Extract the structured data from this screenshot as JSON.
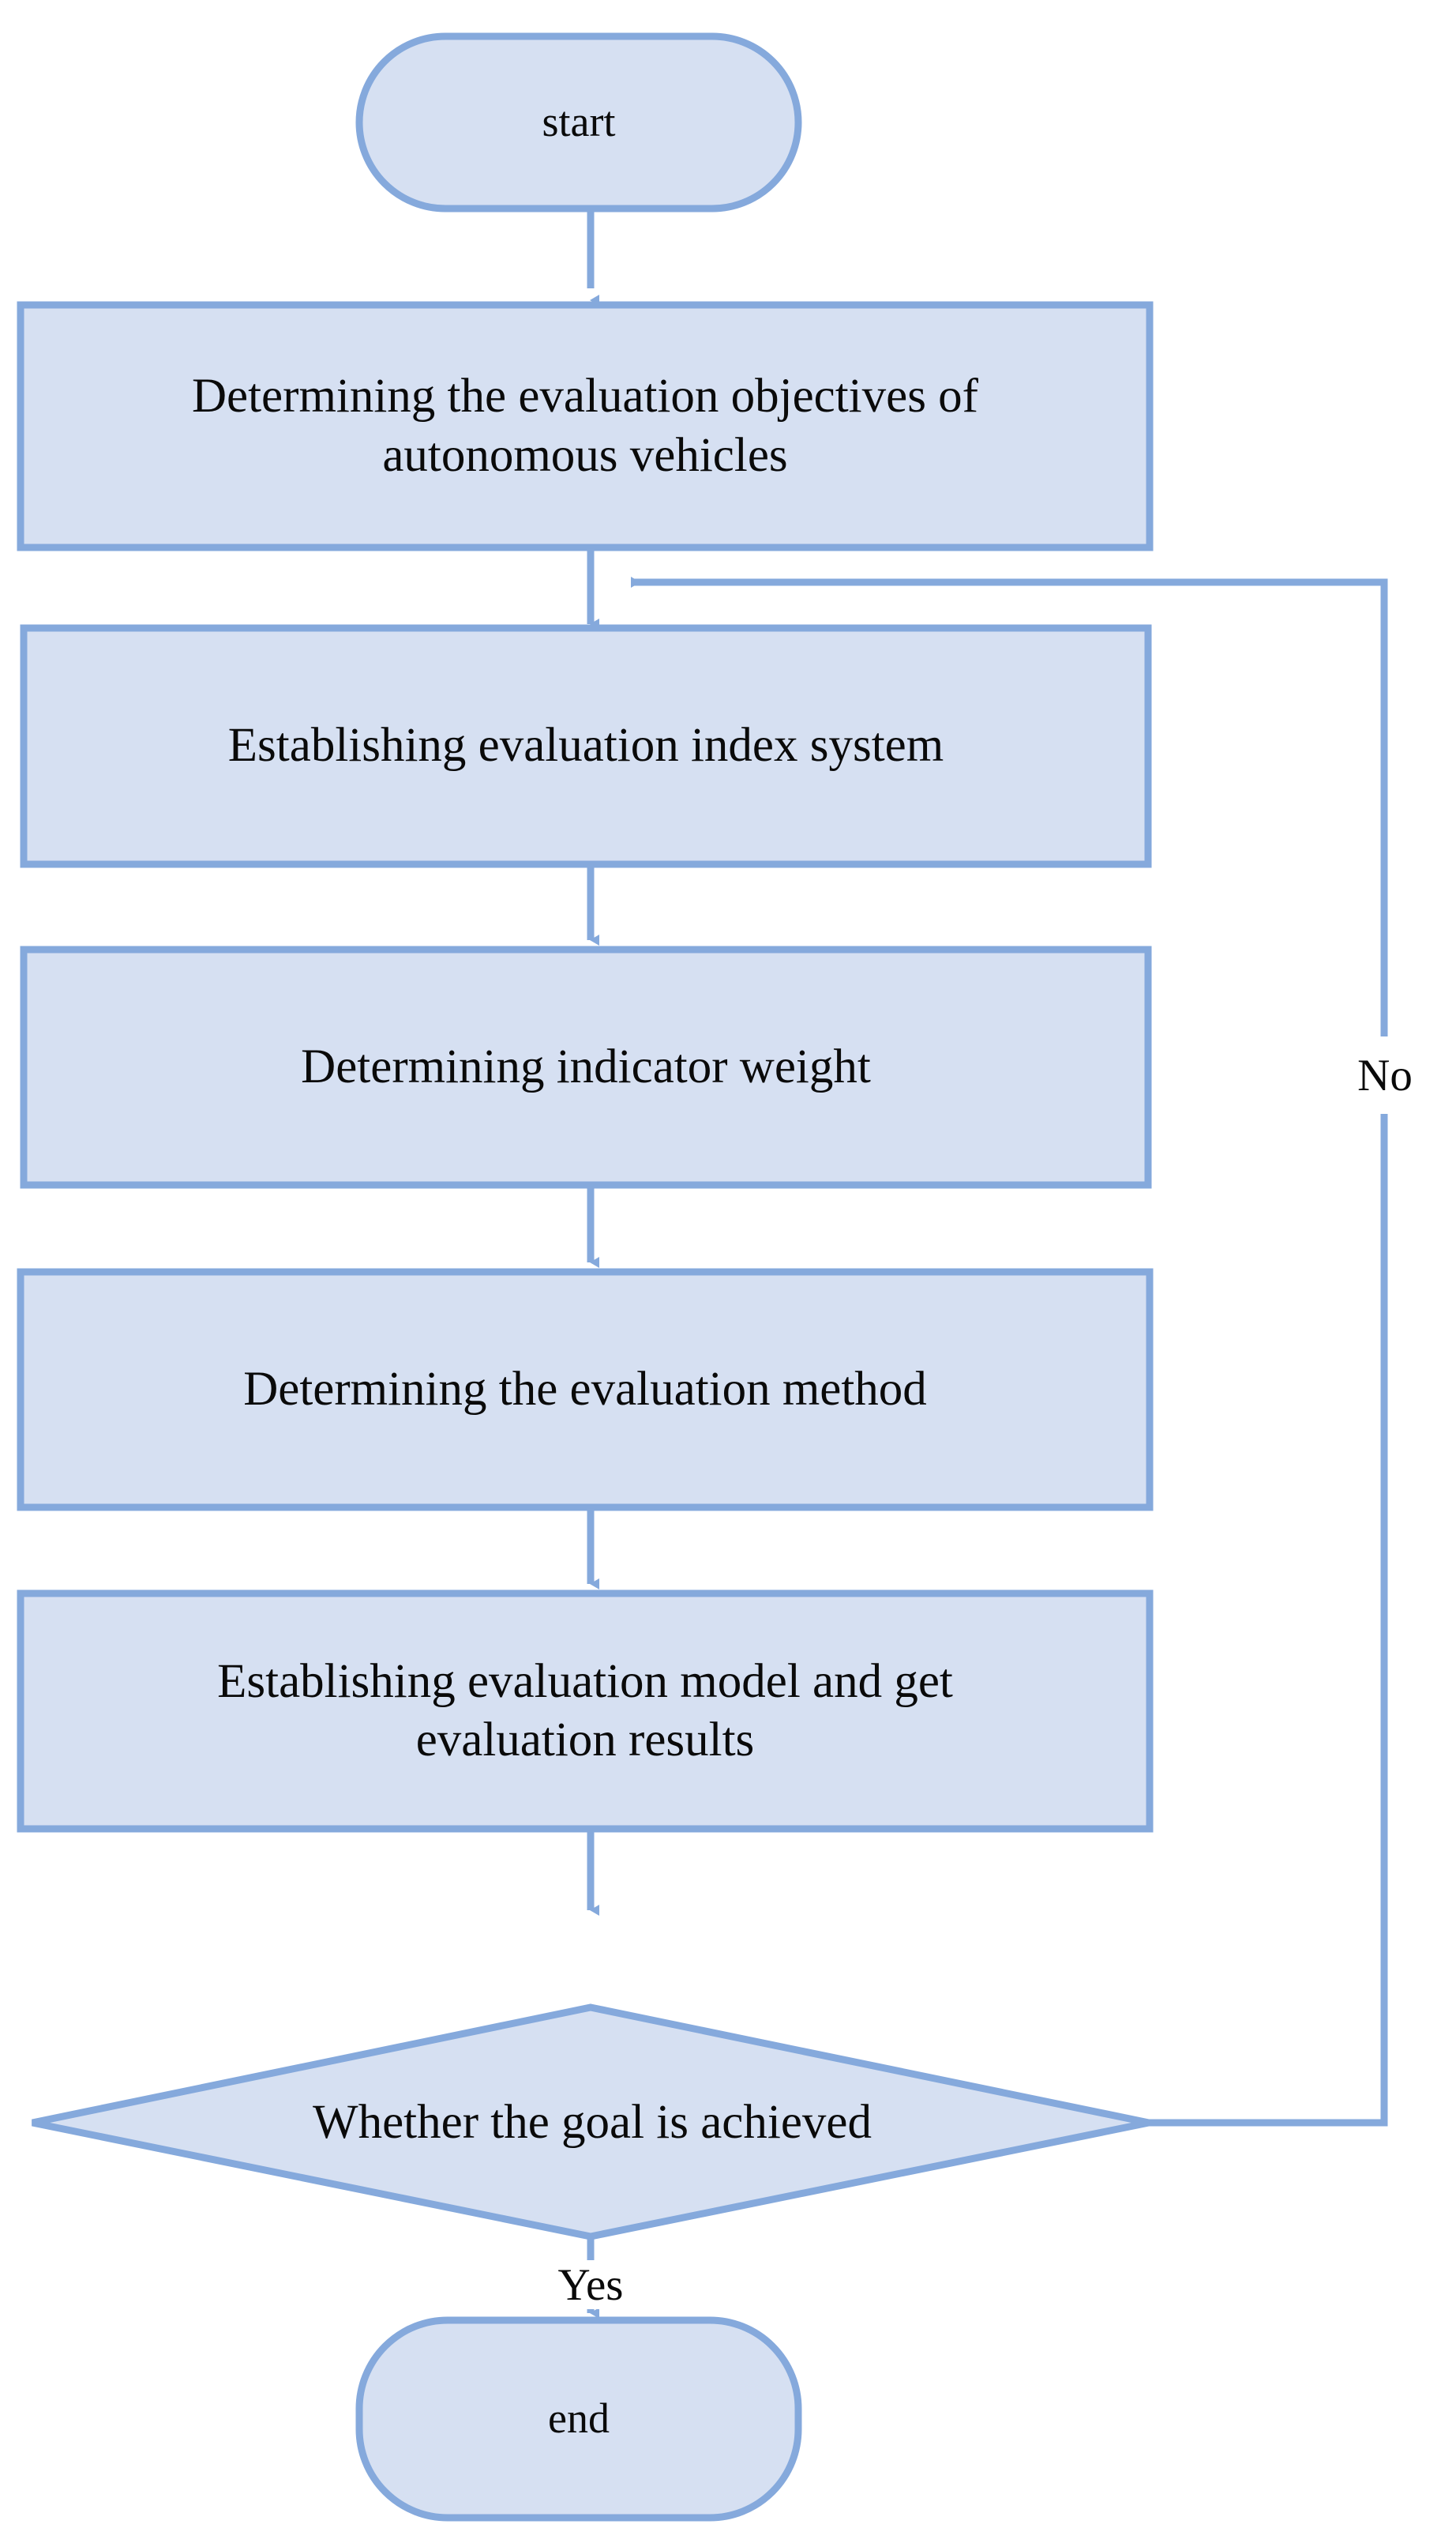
{
  "diagram": {
    "title": "Autonomous vehicle evaluation flowchart",
    "type": "flowchart",
    "orientation": "top-to-bottom",
    "colors": {
      "node_fill": "#D6E0F2",
      "node_stroke": "#85A9DC",
      "edge_stroke": "#85A9DC",
      "text": "#0A0A0A",
      "background": "#FFFFFF"
    },
    "nodes": [
      {
        "id": "start",
        "shape": "terminal",
        "label": "start"
      },
      {
        "id": "objectives",
        "shape": "process",
        "label": "Determining the evaluation objectives of\nautonomous vehicles"
      },
      {
        "id": "index",
        "shape": "process",
        "label": "Establishing evaluation index system"
      },
      {
        "id": "weight",
        "shape": "process",
        "label": "Determining indicator weight"
      },
      {
        "id": "method",
        "shape": "process",
        "label": "Determining the evaluation method"
      },
      {
        "id": "model",
        "shape": "process",
        "label": "Establishing evaluation model and get\nevaluation results"
      },
      {
        "id": "decision",
        "shape": "decision",
        "label": "Whether the goal is achieved"
      },
      {
        "id": "end",
        "shape": "terminal",
        "label": "end"
      }
    ],
    "edges": [
      {
        "from": "start",
        "to": "objectives",
        "label": ""
      },
      {
        "from": "objectives",
        "to": "index",
        "label": ""
      },
      {
        "from": "index",
        "to": "weight",
        "label": ""
      },
      {
        "from": "weight",
        "to": "method",
        "label": ""
      },
      {
        "from": "method",
        "to": "model",
        "label": ""
      },
      {
        "from": "model",
        "to": "decision",
        "label": ""
      },
      {
        "from": "decision",
        "to": "end",
        "label": "Yes"
      },
      {
        "from": "decision",
        "to": "index",
        "label": "No"
      }
    ],
    "edge_labels": {
      "no": "No",
      "yes": "Yes"
    }
  }
}
